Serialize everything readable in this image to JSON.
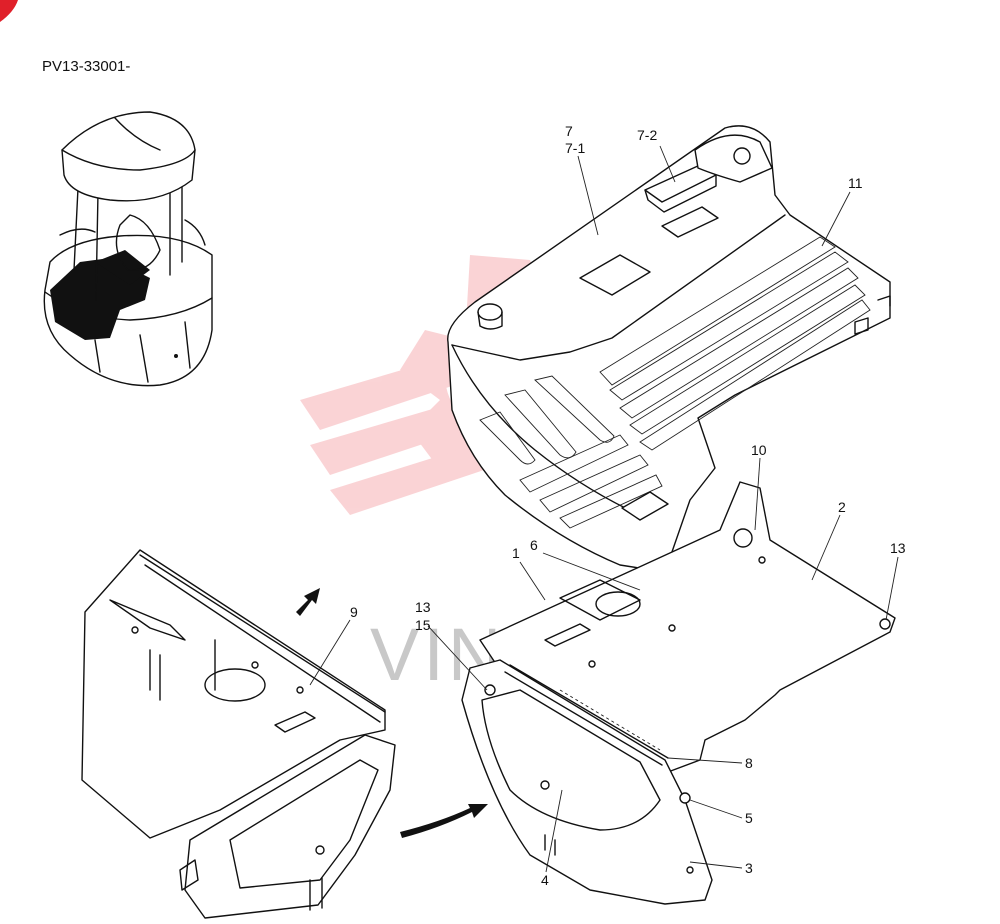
{
  "diagram": {
    "code": "PV13-33001-",
    "watermark": "VINTEX",
    "accent_color": "#e0202a",
    "watermark_color": "#f4a0a4",
    "callouts": [
      {
        "id": "c7",
        "text": "7"
      },
      {
        "id": "c7-1",
        "text": "7-1"
      },
      {
        "id": "c7-2",
        "text": "7-2"
      },
      {
        "id": "c11",
        "text": "11"
      },
      {
        "id": "c10",
        "text": "10"
      },
      {
        "id": "c2",
        "text": "2"
      },
      {
        "id": "c13a",
        "text": "13"
      },
      {
        "id": "c6",
        "text": "6"
      },
      {
        "id": "c1",
        "text": "1"
      },
      {
        "id": "c13b",
        "text": "13"
      },
      {
        "id": "c15",
        "text": "15"
      },
      {
        "id": "c9",
        "text": "9"
      },
      {
        "id": "c8",
        "text": "8"
      },
      {
        "id": "c5",
        "text": "5"
      },
      {
        "id": "c3",
        "text": "3"
      },
      {
        "id": "c4",
        "text": "4"
      }
    ]
  }
}
